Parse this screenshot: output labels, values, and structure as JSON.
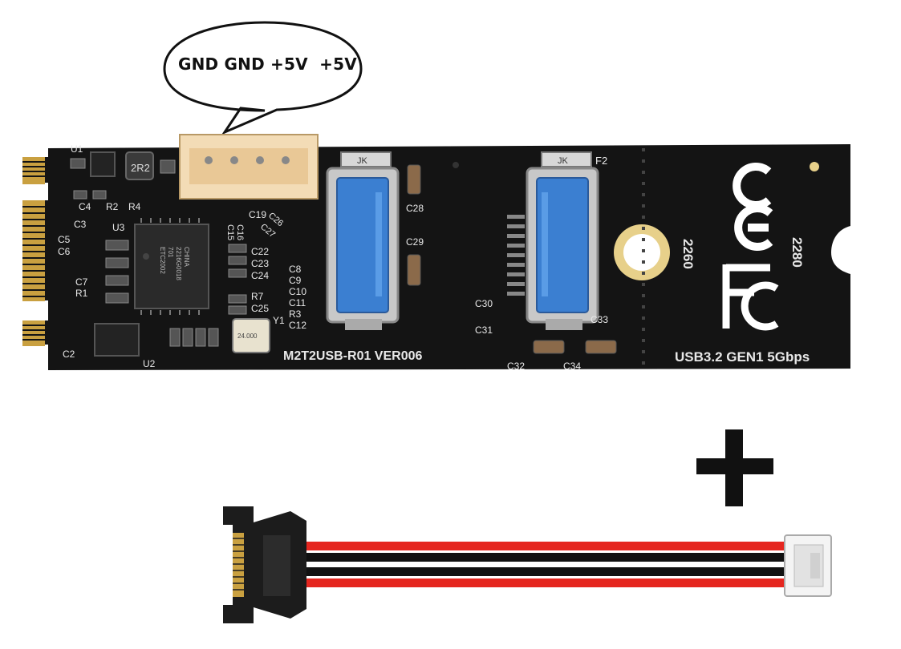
{
  "callout": {
    "text": "GND GND +5V  +5V"
  },
  "board": {
    "silkscreen": {
      "model": "M2T2USB-R01 VER006",
      "spec": "USB3.2 GEN1 5Gbps",
      "length_2260": "2260",
      "length_2280": "2280",
      "inductor": "2R2",
      "crystal": "24.000",
      "jk_left": "JK",
      "jk_right": "JK",
      "fuse_right": "F2",
      "refs_left": [
        "U1",
        "R2",
        "R4",
        "C4",
        "U3",
        "C3",
        "C5",
        "C6",
        "C7",
        "R1",
        "C2",
        "U2"
      ],
      "refs_mid": [
        "C19",
        "C15",
        "C16",
        "C26",
        "C27",
        "C22",
        "C23",
        "C24",
        "R7",
        "C25",
        "Y1",
        "C8",
        "C9",
        "C10",
        "C11",
        "R3",
        "C12"
      ],
      "refs_right": [
        "C28",
        "C29",
        "C30",
        "C31",
        "C32",
        "C33",
        "C34"
      ],
      "chip_text": [
        "ETC2002",
        "701",
        "2216G0018",
        "CHINA"
      ]
    },
    "marks": {
      "ce": "CE",
      "fcc": "FC"
    }
  },
  "plus_sign": "+",
  "cable": {
    "wire_colors": [
      "#e5261f",
      "#111111",
      "#111111",
      "#e5261f"
    ],
    "sata_color": "#1c1c1c",
    "jst_color": "#f4f4f4"
  }
}
